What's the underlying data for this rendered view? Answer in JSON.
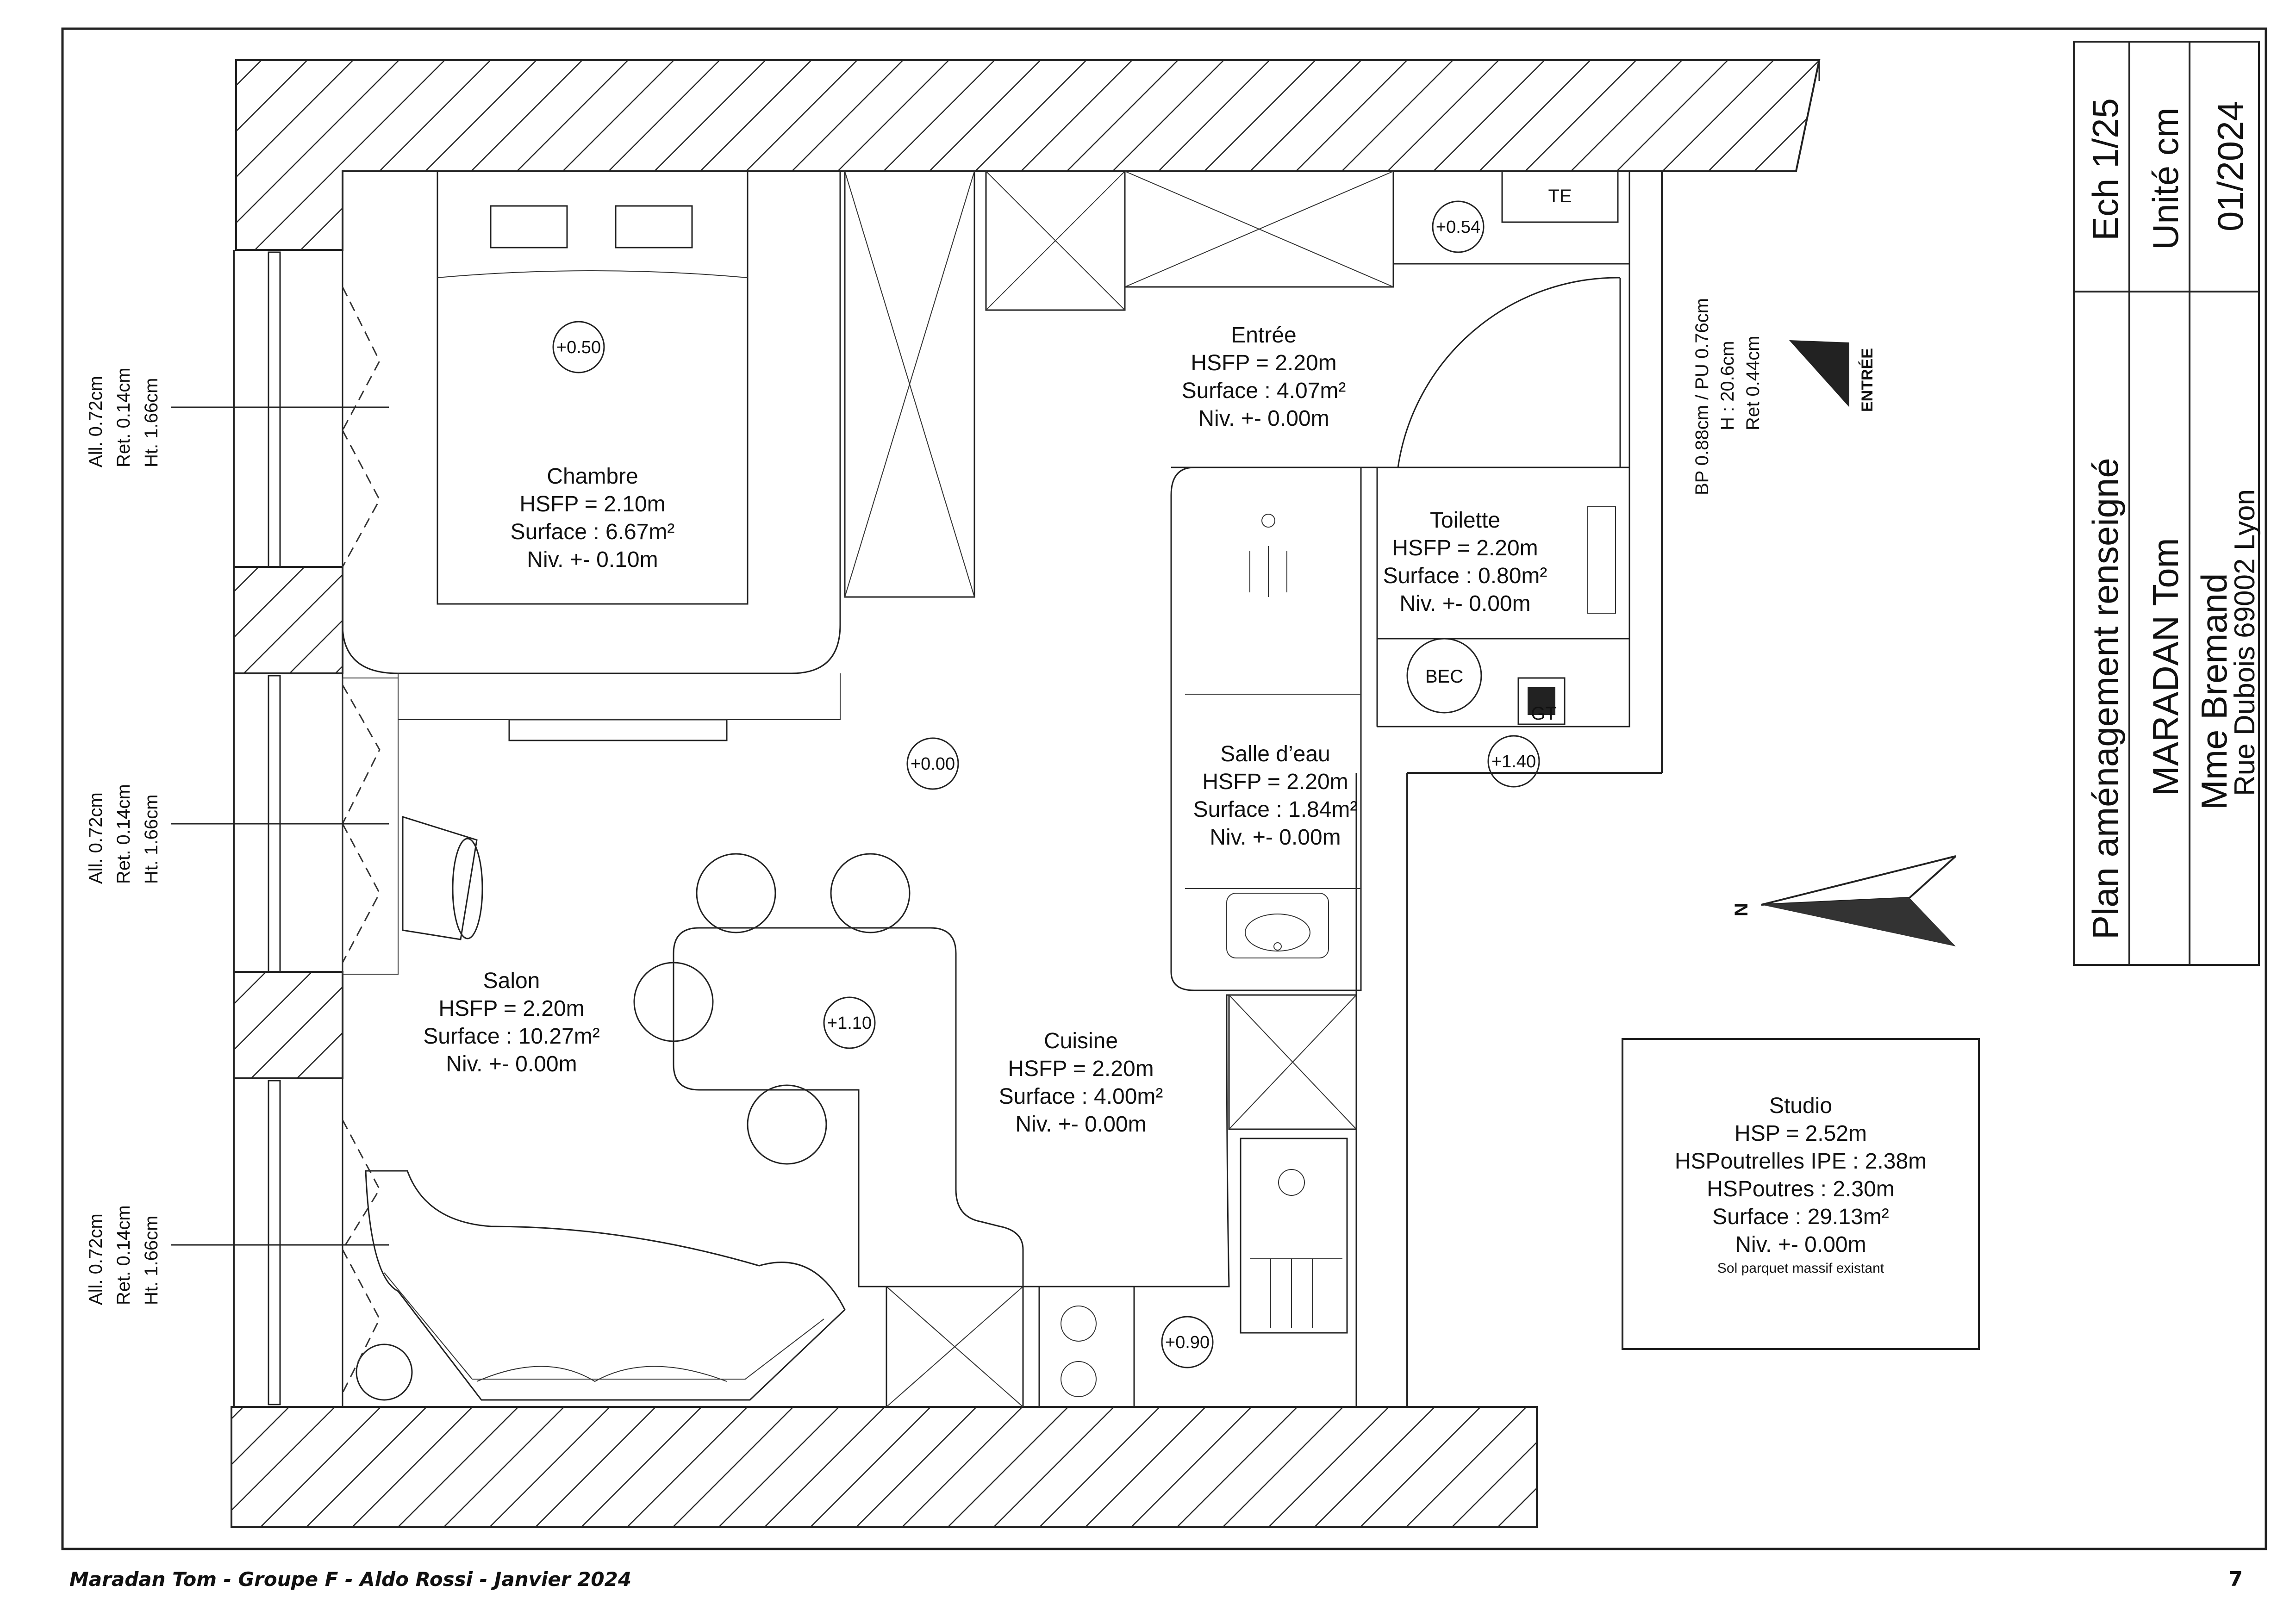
{
  "cartouche": {
    "title": "Plan aménagement renseigné",
    "scale": "Ech 1/25",
    "unit": "Unité cm",
    "date": "01/2024",
    "author": "MARADAN Tom",
    "client": "Mme Bremand",
    "address": "Rue Dubois 69002 Lyon"
  },
  "rooms": {
    "chambre": {
      "name": "Chambre",
      "hsfp": "HSFP = 2.10m",
      "surface": "Surface : 6.67m²",
      "niv": "Niv. +- 0.10m"
    },
    "entree": {
      "name": "Entrée",
      "hsfp": "HSFP = 2.20m",
      "surface": "Surface : 4.07m²",
      "niv": "Niv. +- 0.00m"
    },
    "toilette": {
      "name": "Toilette",
      "hsfp": "HSFP = 2.20m",
      "surface": "Surface : 0.80m²",
      "niv": "Niv. +- 0.00m"
    },
    "salle_eau": {
      "name": "Salle d’eau",
      "hsfp": "HSFP = 2.20m",
      "surface": "Surface : 1.84m²",
      "niv": "Niv. +- 0.00m"
    },
    "salon": {
      "name": "Salon",
      "hsfp": "HSFP = 2.20m",
      "surface": "Surface : 10.27m²",
      "niv": "Niv. +- 0.00m"
    },
    "cuisine": {
      "name": "Cuisine",
      "hsfp": "HSFP = 2.20m",
      "surface": "Surface : 4.00m²",
      "niv": "Niv. +- 0.00m"
    }
  },
  "studio": {
    "name": "Studio",
    "hsp": "HSP = 2.52m",
    "ipe": "HSPoutrelles IPE : 2.38m",
    "poutres": "HSPoutres : 2.30m",
    "surface": "Surface : 29.13m²",
    "niv": "Niv. +- 0.00m",
    "sol": "Sol parquet massif existant"
  },
  "levels": {
    "chambre_bed": "+0.50",
    "entree_shelf": "+0.54",
    "center": "+0.00",
    "table": "+1.10",
    "toilette_bec": "+1.40",
    "hob": "+0.90"
  },
  "tags": {
    "te": "TE",
    "bec": "BEC",
    "gt": "GT"
  },
  "windows": {
    "line1": "All. 0.72cm",
    "line2": "Ret. 0.14cm",
    "line3": "Ht. 1.66cm"
  },
  "entry_window": {
    "line1": "BP 0.88cm / PU 0.76cm",
    "line2": "H : 20.6cm",
    "line3": "Ret 0.44cm"
  },
  "entry_label": "ENTRÉE",
  "north_label": "N",
  "footer": {
    "credit": "Maradan Tom - Groupe F - Aldo Rossi - Janvier 2024",
    "page": "7"
  }
}
